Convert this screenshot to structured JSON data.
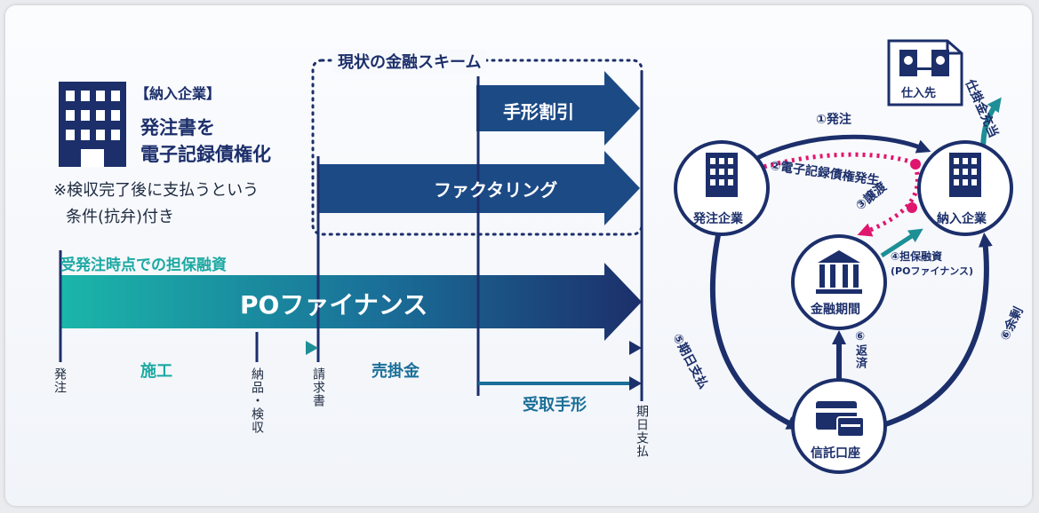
{
  "left": {
    "company_label": "【納入企業】",
    "company_line1": "発注書を",
    "company_line2": "電子記録債権化",
    "note_line1": "※検収完了後に支払うという",
    "note_line2": "条件(抗弁)付き"
  },
  "scheme": {
    "title": "現状の金融スキーム",
    "bill_discount": "手形割引",
    "factoring": "ファクタリング"
  },
  "po": {
    "subtitle": "受発注時点での担保融資",
    "title": "POファイナンス"
  },
  "timeline": {
    "order": "発注",
    "construction": "施工",
    "delivery": "納品・検収",
    "invoice": "請求書",
    "receivable": "売掛金",
    "bill": "受取手形",
    "due": "期日支払"
  },
  "flow": {
    "supplier": "仕入先",
    "buyer": "発注企業",
    "vendor": "納入企業",
    "bank": "金融期間",
    "trust": "信託口座",
    "step1": "①発注",
    "step2": "②電子記録債権発生",
    "step3": "③譲渡",
    "step4a": "④担保融資",
    "step4b": "(POファイナンス)",
    "step5": "⑤期日支払",
    "step6a": "⑥返済",
    "step6b": "⑥余剰",
    "pay_supplier": "仕掛金充当"
  }
}
